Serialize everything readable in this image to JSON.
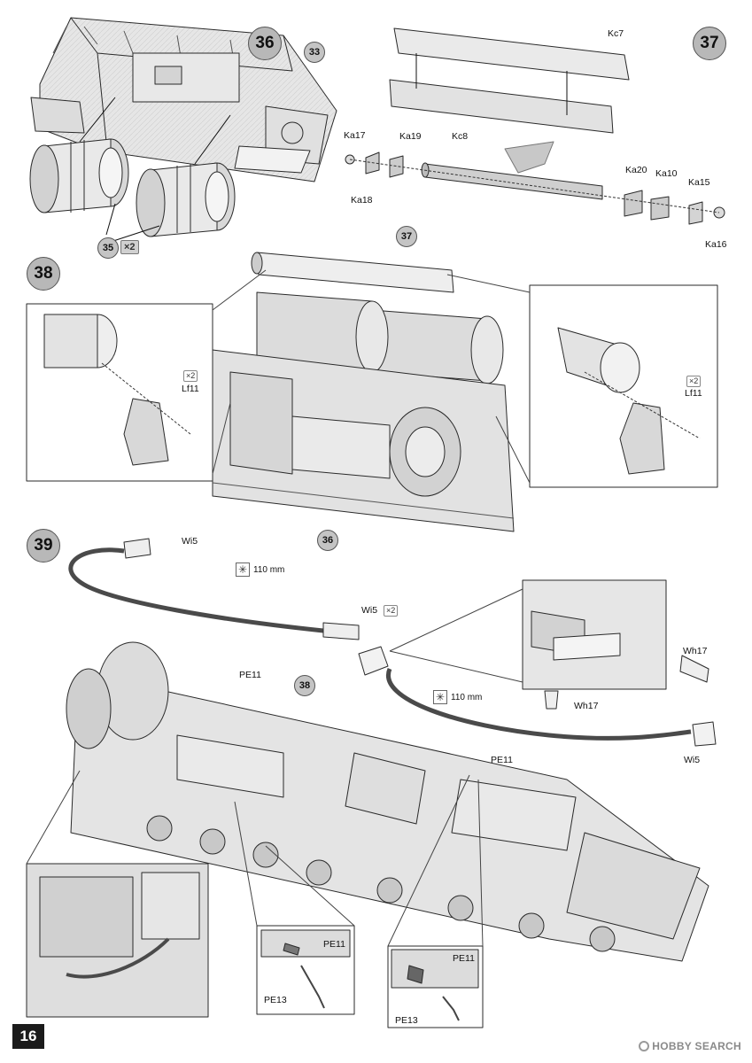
{
  "page_number": "16",
  "watermark": "HOBBY SEARCH",
  "steps": {
    "s36": "36",
    "s37": "37",
    "s38": "38",
    "s39": "39"
  },
  "refs": {
    "r33": "33",
    "r35": "35",
    "r37": "37",
    "r36": "36",
    "r38": "38"
  },
  "multipliers": {
    "x2_35": "×2",
    "x2_lf11_left": "×2",
    "x2_lf11_right": "×2",
    "x2_wi5": "×2"
  },
  "parts": {
    "kc7": "Kc7",
    "kc8": "Kc8",
    "ka17": "Ka17",
    "ka19": "Ka19",
    "ka18": "Ka18",
    "ka20": "Ka20",
    "ka10": "Ka10",
    "ka15": "Ka15",
    "ka16": "Ka16",
    "lf11_left": "Lf11",
    "lf11_right": "Lf11",
    "wi5_top": "Wi5",
    "wi5_mid": "Wi5",
    "wi5_right": "Wi5",
    "pe11_a": "PE11",
    "pe11_b": "PE11",
    "pe11_inset1": "PE11",
    "pe13_inset1": "PE13",
    "pe11_inset2": "PE11",
    "pe13_inset2": "PE13",
    "wh17_a": "Wh17",
    "wh17_b": "Wh17"
  },
  "cuts": {
    "cut1": "110 mm",
    "cut2": "110 mm"
  },
  "icons": {
    "cut_icon": "scissors-cut-icon",
    "arrow_icon": "assembly-arrow-icon"
  },
  "colors": {
    "line": "#2a2a2a",
    "fill_light": "#e4e4e4",
    "fill_mid": "#c9c9c9",
    "wire": "#4a4a4a",
    "callout": "#b8b8b8"
  }
}
